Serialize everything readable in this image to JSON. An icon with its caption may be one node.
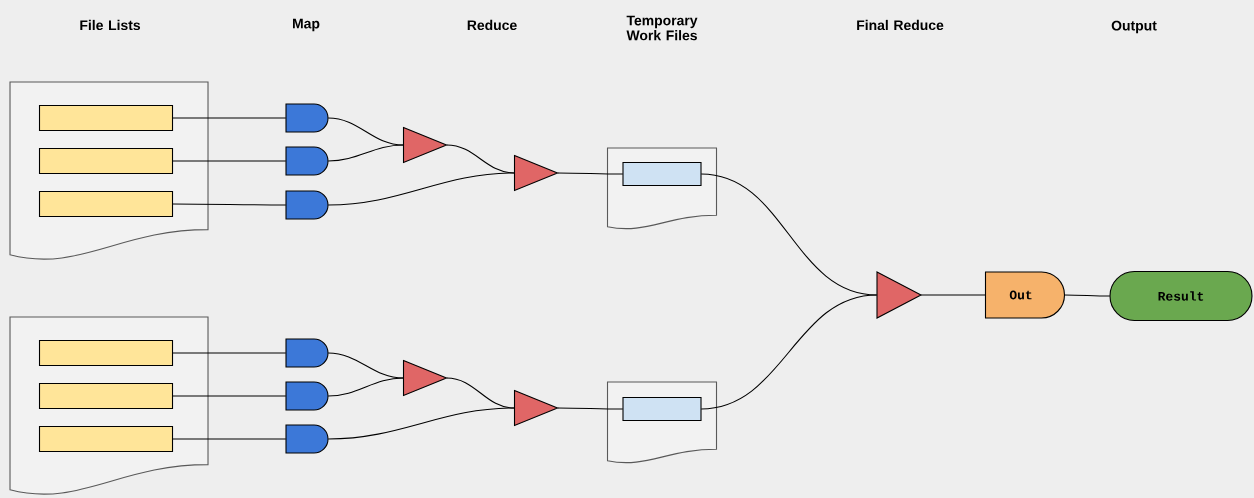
{
  "diagram": {
    "nodes": [
      {
        "text": [],
        "shape": "document"
      },
      {
        "text": [],
        "shape": "bar",
        "in": 0
      },
      {
        "text": [],
        "shape": "bar",
        "in": 0
      },
      {
        "text": [],
        "shape": "bar",
        "in": 0
      },
      {
        "text": [],
        "shape": "document"
      },
      {
        "text": [],
        "shape": "bar",
        "in": 4
      },
      {
        "text": [],
        "shape": "bar",
        "in": 4
      },
      {
        "text": [],
        "shape": "bar",
        "in": 4
      },
      {
        "text": [],
        "shape": "gate"
      },
      {
        "text": [],
        "shape": "gate"
      },
      {
        "text": [],
        "shape": "gate"
      },
      {
        "text": [],
        "shape": "gate"
      },
      {
        "text": [],
        "shape": "gate"
      },
      {
        "text": [],
        "shape": "gate"
      },
      {
        "text": [],
        "shape": "triangle"
      },
      {
        "text": [],
        "shape": "triangle"
      },
      {
        "text": [],
        "shape": "triangle"
      },
      {
        "text": [],
        "shape": "triangle"
      },
      {
        "text": [],
        "shape": "document"
      },
      {
        "text": [],
        "shape": "bar",
        "in": 18
      },
      {
        "text": [],
        "shape": "document"
      },
      {
        "text": [],
        "shape": "bar",
        "in": 20
      },
      {
        "text": [],
        "shape": "triangle"
      },
      {
        "text": [
          "Out"
        ]
      },
      {
        "text": [
          "Result"
        ]
      }
    ],
    "edges": [
      {
        "from": 1,
        "to": 8,
        "arrow": "none"
      },
      {
        "from": 2,
        "to": 9,
        "arrow": "none"
      },
      {
        "from": 3,
        "to": 10,
        "arrow": "none"
      },
      {
        "from": 8,
        "to": 14,
        "arrow": "none"
      },
      {
        "from": 9,
        "to": 14,
        "arrow": "none"
      },
      {
        "from": 14,
        "to": 15,
        "arrow": "none"
      },
      {
        "from": 10,
        "to": 15,
        "arrow": "none"
      },
      {
        "from": 15,
        "to": 19,
        "arrow": "none"
      },
      {
        "from": 5,
        "to": 11,
        "arrow": "none"
      },
      {
        "from": 6,
        "to": 12,
        "arrow": "none"
      },
      {
        "from": 7,
        "to": 13,
        "arrow": "none"
      },
      {
        "from": 11,
        "to": 16,
        "arrow": "none"
      },
      {
        "from": 12,
        "to": 16,
        "arrow": "none"
      },
      {
        "from": 16,
        "to": 17,
        "arrow": "none"
      },
      {
        "from": 13,
        "to": 17,
        "arrow": "none"
      },
      {
        "from": 17,
        "to": 21,
        "arrow": "none"
      },
      {
        "from": 19,
        "to": 22,
        "arrow": "none"
      },
      {
        "from": 21,
        "to": 22,
        "arrow": "none"
      },
      {
        "from": 22,
        "to": 23,
        "arrow": "none"
      },
      {
        "from": 23,
        "to": 24,
        "arrow": "none"
      }
    ],
    "labels": [
      "File Lists",
      "Map",
      "Reduce",
      "Temporary Work Files",
      "Final Reduce",
      "Output"
    ]
  }
}
